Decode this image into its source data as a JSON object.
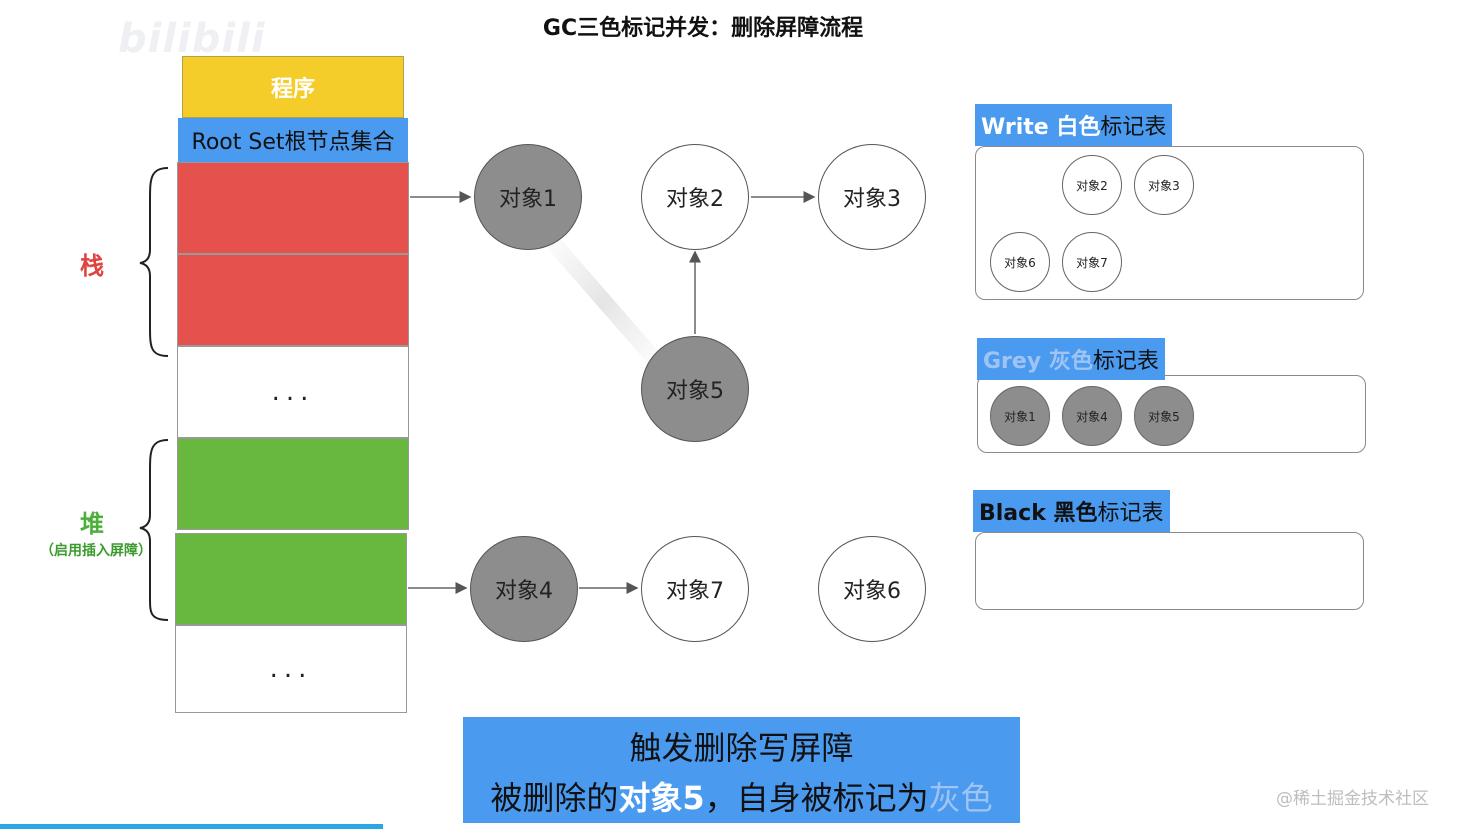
{
  "title": "GC三色标记并发：删除屏障流程",
  "watermark_logo": "bilibili",
  "watermark_text": "@稀土掘金技术社区",
  "stack_column": {
    "program_label": "程序",
    "rootset_label": "Root Set根节点集合",
    "stack_label": "栈",
    "heap_label": "堆",
    "heap_sublabel": "（启用插入屏障）",
    "ellipsis": "..."
  },
  "nodes": {
    "n1": "对象1",
    "n2": "对象2",
    "n3": "对象3",
    "n5": "对象5",
    "n4": "对象4",
    "n7": "对象7",
    "n6": "对象6"
  },
  "tables": {
    "white": {
      "label_a": "Write 白色",
      "label_b": "标记表",
      "items": [
        "对象2",
        "对象3",
        "对象6",
        "对象7"
      ]
    },
    "grey": {
      "label_a": "Grey 灰色",
      "label_b": "标记表",
      "items": [
        "对象1",
        "对象4",
        "对象5"
      ]
    },
    "black": {
      "label_a": "Black 黑色",
      "label_b": "标记表"
    }
  },
  "caption": {
    "line1": "触发删除写屏障",
    "line2_a": "被删除的",
    "line2_b": "对象5",
    "line2_c": "，自身被标记为",
    "line2_d": "灰色"
  },
  "colors": {
    "grey_node": "#8d8d8d",
    "accent_blue": "#4a9af0",
    "stack_red": "#e5514c",
    "heap_green": "#68b73f",
    "program_yellow": "#f4cd2a"
  }
}
